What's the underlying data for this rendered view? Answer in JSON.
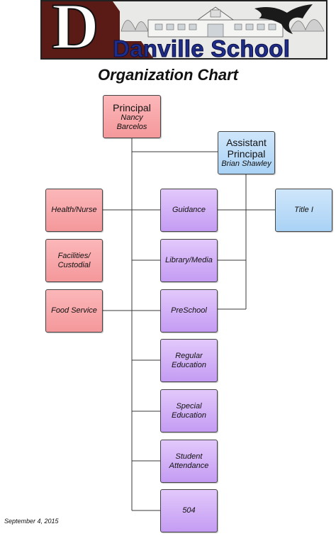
{
  "header": {
    "banner_letter": "D",
    "banner_title": "Danville School",
    "chart_title": "Organization Chart"
  },
  "colors": {
    "admin": "#f4989b",
    "assistant": "#a9d2f5",
    "program": "#c49cf3",
    "banner_maroon": "#5a1b17",
    "banner_text": "#1f2d8a"
  },
  "principal": {
    "role": "Principal",
    "name": "Nancy Barcelos"
  },
  "assistant_principal": {
    "role": "Assistant Principal",
    "name": "Brian Shawley"
  },
  "left_units": [
    "Health/Nurse",
    "Facilities/ Custodial",
    "Food Service"
  ],
  "center_units": [
    "Guidance",
    "Library/Media",
    "PreSchool",
    "Regular Education",
    "Special Education",
    "Student Attendance",
    "504"
  ],
  "right_units": [
    "Title I"
  ],
  "footer": {
    "date": "September 4, 2015"
  }
}
